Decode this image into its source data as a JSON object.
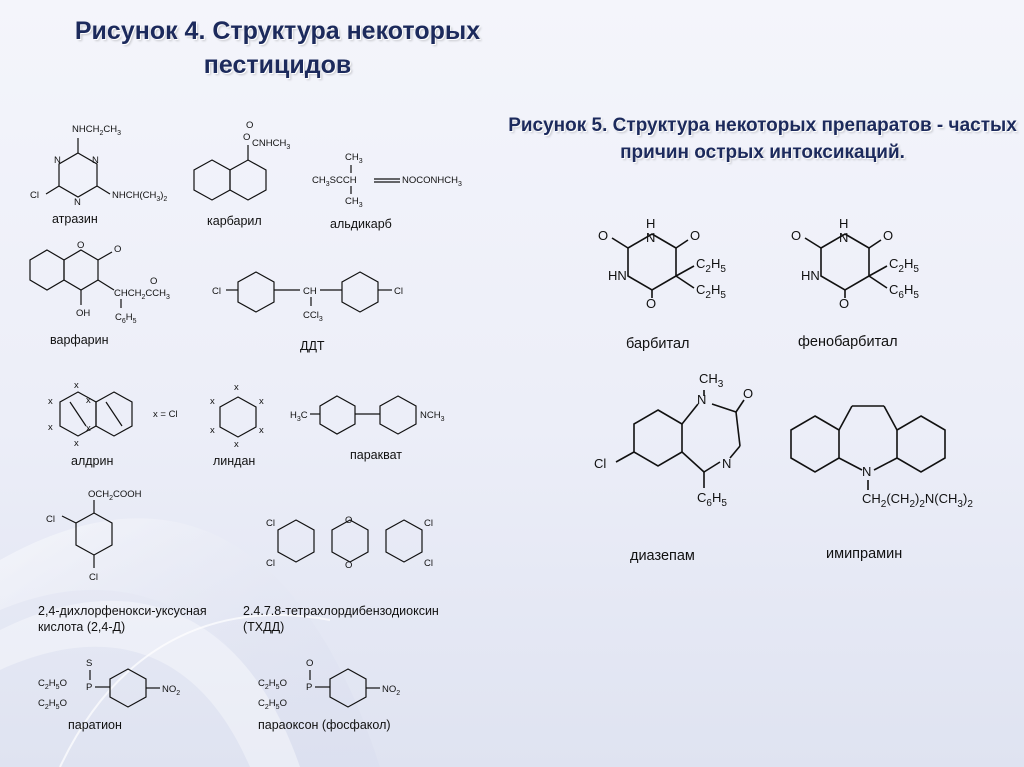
{
  "slide": {
    "title_fig4": "Рисунок 4. Структура некоторых пестицидов",
    "title_fig5": "Рисунок 5. Структура некоторых препаратов - частых причин острых интоксикаций."
  },
  "pesticides": [
    {
      "name": "атразин"
    },
    {
      "name": "карбарил"
    },
    {
      "name": "альдикарб"
    },
    {
      "name": "варфарин"
    },
    {
      "name": "ДДТ"
    },
    {
      "name": "алдрин"
    },
    {
      "name": "линдан"
    },
    {
      "name": "паракват"
    },
    {
      "name": "2,4-дихлорфенокси-уксусная кислота (2,4-Д)"
    },
    {
      "name": "2.4.7.8-тетрахлордибензодиоксин (ТХДД)"
    },
    {
      "name": "паратион"
    },
    {
      "name": "параоксон (фосфакол)"
    }
  ],
  "drugs": [
    {
      "name": "барбитал"
    },
    {
      "name": "фенобарбитал"
    },
    {
      "name": "диазепам"
    },
    {
      "name": "имипрамин"
    }
  ],
  "legend_note": "x = Cl"
}
